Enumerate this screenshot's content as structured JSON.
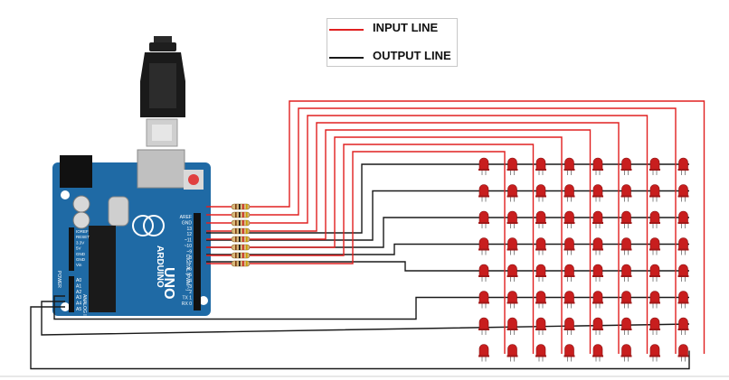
{
  "legend": {
    "input": {
      "label": "INPUT LINE",
      "color": "#e02020"
    },
    "output": {
      "label": "OUTPUT LINE",
      "color": "#1a1a1a"
    }
  },
  "board": {
    "color": "#1f6aa5",
    "logo_text": "ARDUINO",
    "model_text": "UNO",
    "header_labels": [
      "AREF",
      "GND",
      "13",
      "12",
      "~11",
      "~10",
      "~9",
      "8",
      "7",
      "~6",
      "~5",
      "4",
      "~3",
      "2",
      "TX 1",
      "RX 0"
    ],
    "power_labels": [
      "IOREF",
      "RESET",
      "3.3V",
      "5V",
      "GND",
      "GND",
      "Vin"
    ],
    "analog_labels": [
      "A0",
      "A1",
      "A2",
      "A3",
      "A4",
      "A5"
    ],
    "power_title": "POWER",
    "analog_title": "ANALOG IN",
    "digital_title": "DIGITAL (PWM ~)"
  },
  "matrix": {
    "rows": 8,
    "cols": 8,
    "led_color": "#c81e1e"
  },
  "resistors": {
    "count": 8
  }
}
